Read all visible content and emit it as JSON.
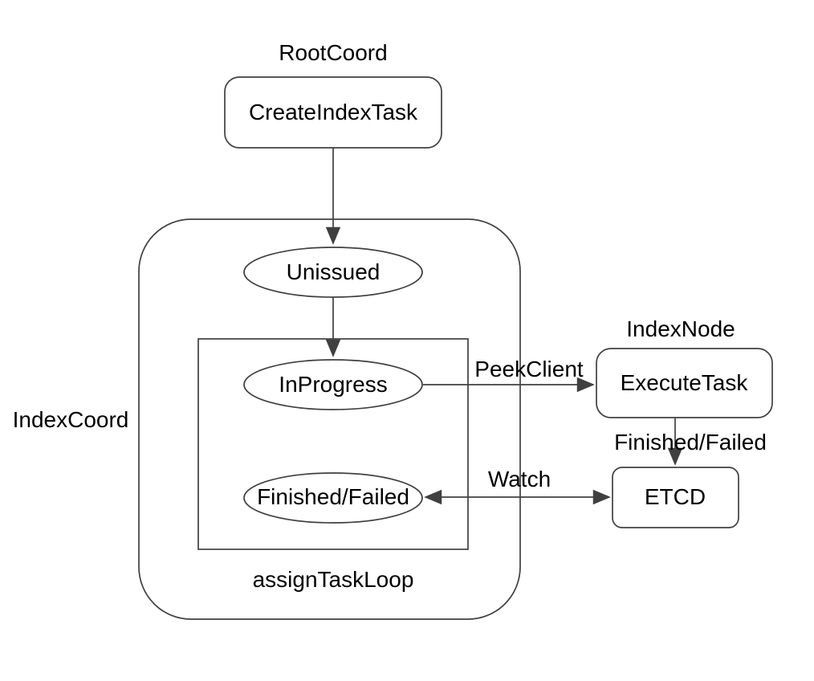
{
  "diagram": {
    "colors": {
      "stroke": "#404040",
      "text": "#000000",
      "node_fill": "#ffffff",
      "background": "#ffffff"
    },
    "groups": {
      "root_coord": "RootCoord",
      "index_coord": "IndexCoord",
      "index_node": "IndexNode",
      "assign_task_loop": "assignTaskLoop"
    },
    "nodes": {
      "create_index_task": "CreateIndexTask",
      "unissued": "Unissued",
      "in_progress": "InProgress",
      "finished_failed": "Finished/Failed",
      "execute_task": "ExecuteTask",
      "etcd": "ETCD"
    },
    "edges": {
      "peek_client": "PeekClient",
      "finished_failed": "Finished/Failed",
      "watch": "Watch"
    }
  }
}
